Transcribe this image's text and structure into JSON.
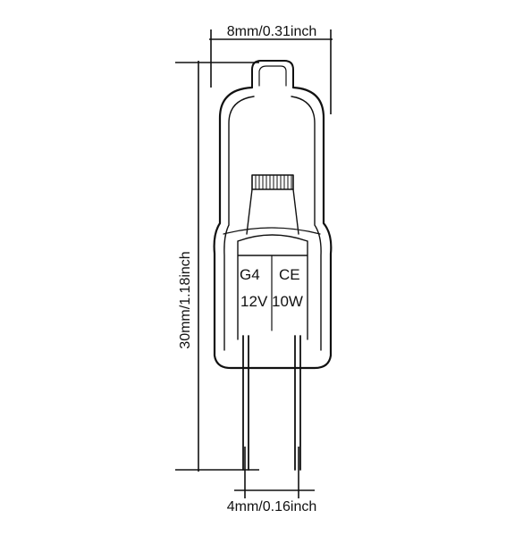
{
  "dimensions": {
    "top_width": "8mm/0.31inch",
    "height": "30mm/1.18inch",
    "bottom_width": "4mm/0.16inch"
  },
  "bulb_markings": {
    "base_type": "G4",
    "certification": "CE",
    "rating": "12V 10W"
  },
  "colors": {
    "line": "#111111",
    "background": "#ffffff"
  }
}
